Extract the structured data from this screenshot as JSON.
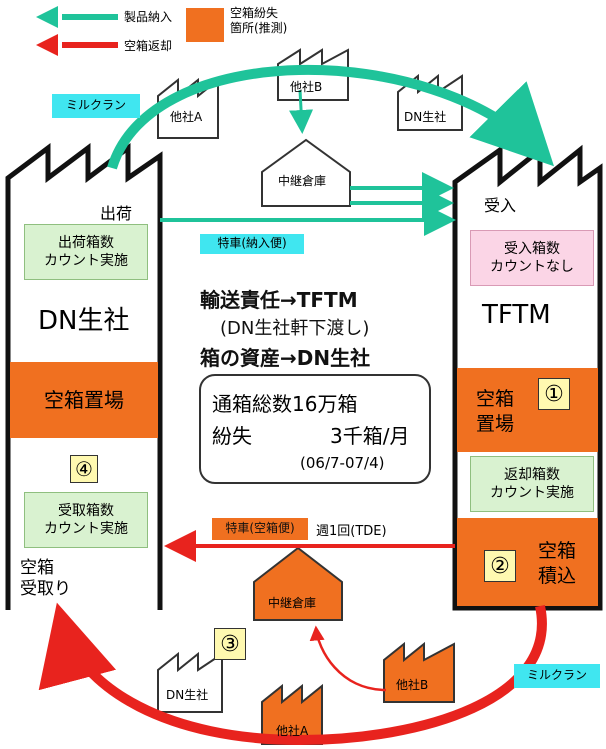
{
  "legend": {
    "product_delivery": "製品納入",
    "empty_return": "空箱返却",
    "loss_location": "空箱紛失\n箇所(推測)"
  },
  "milk_run_top": "ミルクラン",
  "milk_run_bottom": "ミルクラン",
  "companies": {
    "other_a_top": "他社A",
    "other_b_top": "他社B",
    "dn_top": "DN生社",
    "relay_top": "中継倉庫",
    "relay_bottom": "中継倉庫",
    "dn_bottom": "DN生社",
    "other_a_bottom": "他社A",
    "other_b_bottom": "他社B"
  },
  "left_factory": {
    "name": "DN生社",
    "shipping": "出荷",
    "count_ship": "出荷箱数\nカウント実施",
    "empty_storage": "空箱置場",
    "count_receive": "受取箱数\nカウント実施",
    "empty_receive": "空箱\n受取り",
    "marker": "④"
  },
  "right_factory": {
    "name": "TFTM",
    "receive": "受入",
    "count_receive": "受入箱数\nカウントなし",
    "empty_storage": "空箱\n置場",
    "marker_storage": "①",
    "count_return": "返却箱数\nカウント実施",
    "loading": "空箱\n積込",
    "marker_loading": "②"
  },
  "special_delivery": "特車(納入便)",
  "special_empty": "特車(空箱便)",
  "weekly": "週1回(TDE)",
  "marker_3": "③",
  "center": {
    "line1": "輸送責任→TFTM",
    "line2": "(DN生社軒下渡し)",
    "line3": "箱の資産→DN生社"
  },
  "summary": {
    "total_label": "通箱総数16万箱",
    "loss_label": "紛失",
    "loss_value": "3千箱/月",
    "period": "(06/7-07/4)"
  },
  "colors": {
    "delivery_arrow": "#1fc39a",
    "return_arrow": "#e8231e",
    "loss_area": "#f07020",
    "milk_run": "#40e6f0"
  }
}
